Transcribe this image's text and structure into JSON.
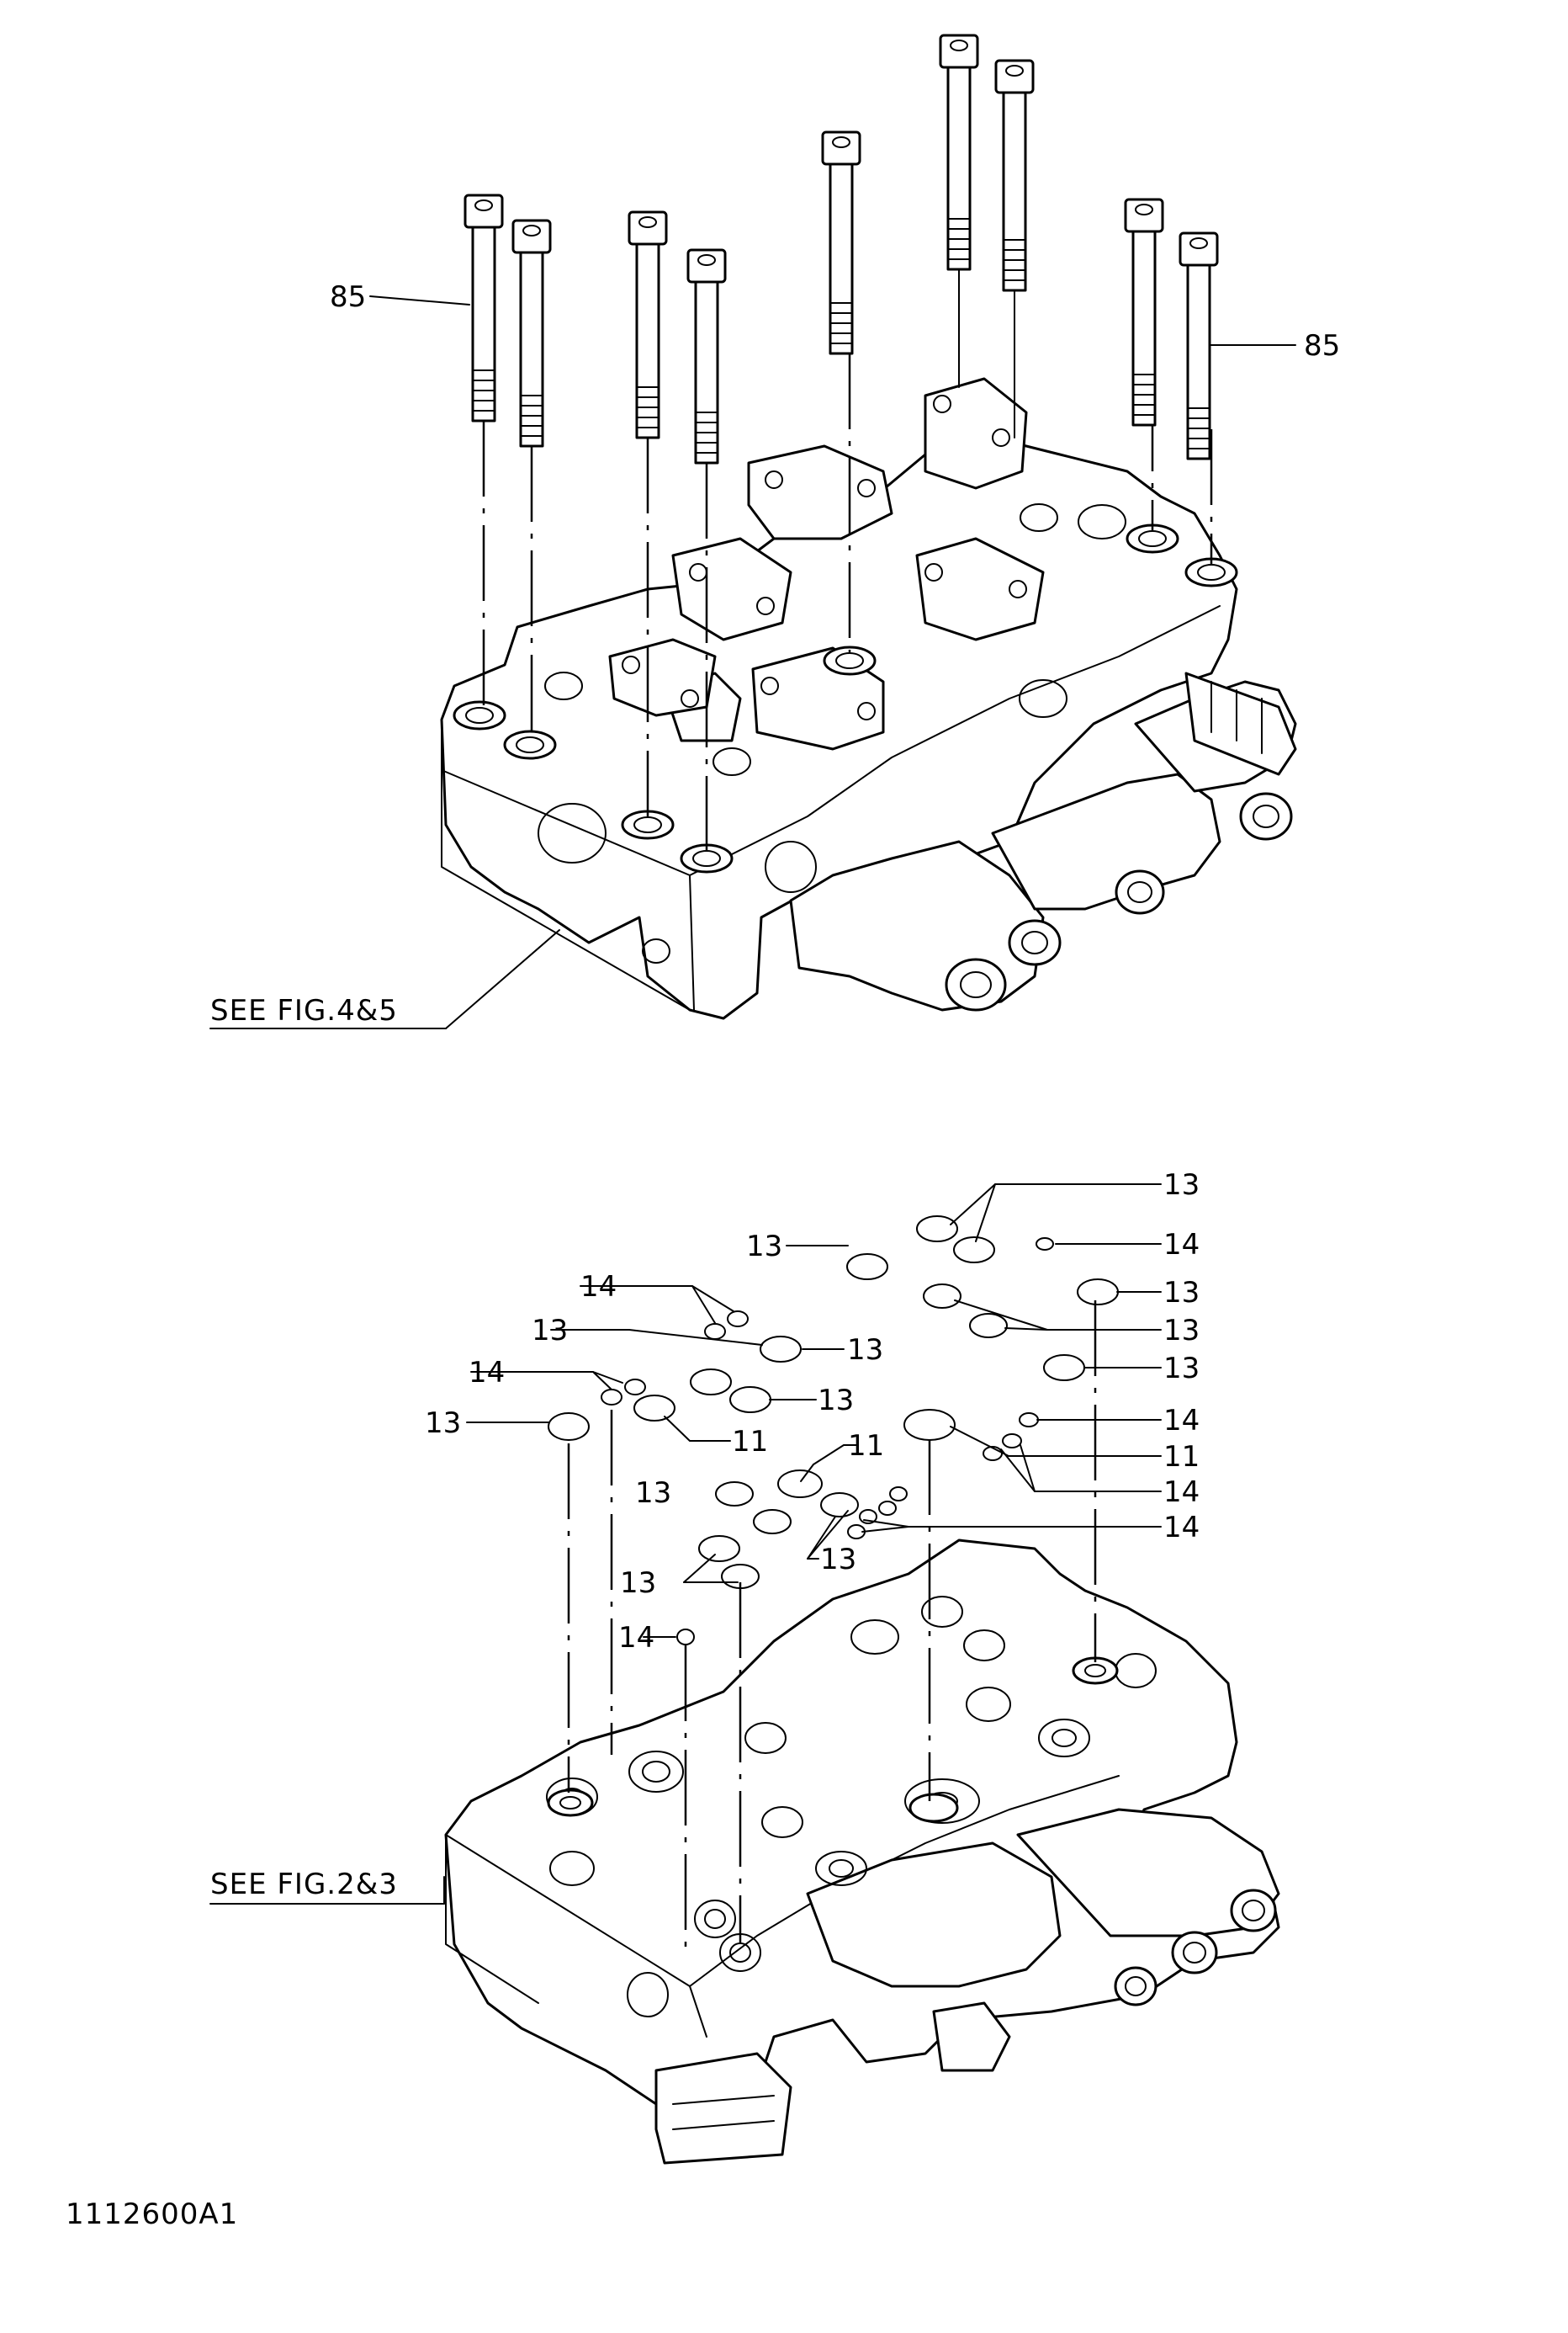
{
  "labels": {
    "bolt": "85",
    "oring_large": "13",
    "oring_small": "14",
    "oring_port": "11"
  },
  "references": {
    "top": "SEE FIG.4&5",
    "bottom": "SEE FIG.2&3"
  },
  "drawing_number": "1112600A1"
}
